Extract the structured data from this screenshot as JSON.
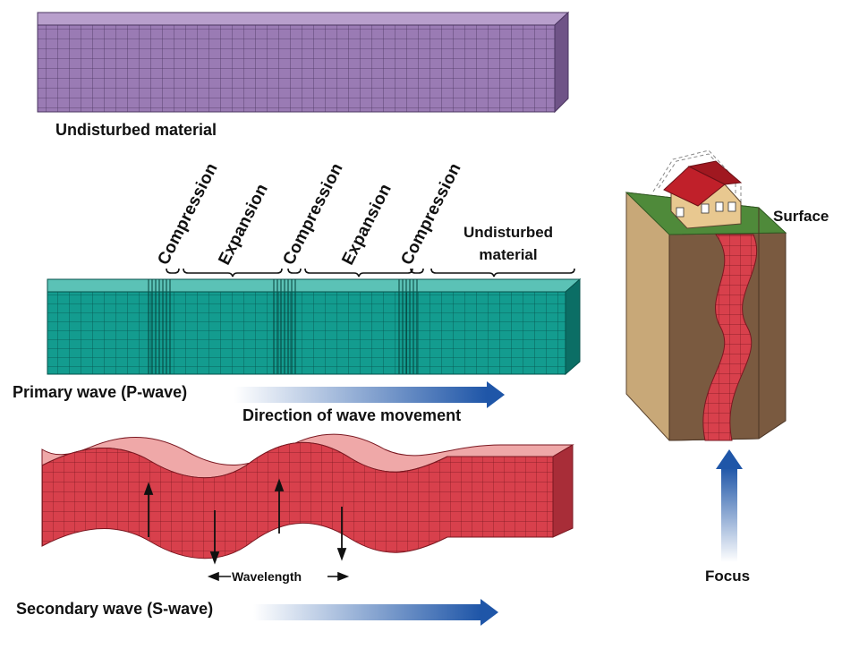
{
  "labels": {
    "undisturbed_top": "Undisturbed material",
    "compression_1": "Compression",
    "expansion_1": "Expansion",
    "compression_2": "Compression",
    "expansion_2": "Expansion",
    "compression_3": "Compression",
    "undisturbed_right_line1": "Undisturbed",
    "undisturbed_right_line2": "material",
    "primary_wave": "Primary wave (P-wave)",
    "direction": "Direction of wave movement",
    "wavelength": "Wavelength",
    "secondary_wave": "Secondary wave (S-wave)",
    "surface": "Surface",
    "focus": "Focus"
  },
  "colors": {
    "purple_front": "#9a7bb4",
    "purple_top": "#b89fcc",
    "purple_side": "#6f5387",
    "teal_front": "#139c8f",
    "teal_top": "#5bc2b6",
    "teal_side": "#0b6e65",
    "red_front": "#d8404c",
    "pink_top": "#efa8a8",
    "red_side": "#a82d38",
    "arrow_blue": "#1f56a8",
    "ground_top": "#4f8a3a",
    "earth_light": "#c8a878",
    "earth_dark": "#7a5a40",
    "roof_red": "#c0202a"
  }
}
